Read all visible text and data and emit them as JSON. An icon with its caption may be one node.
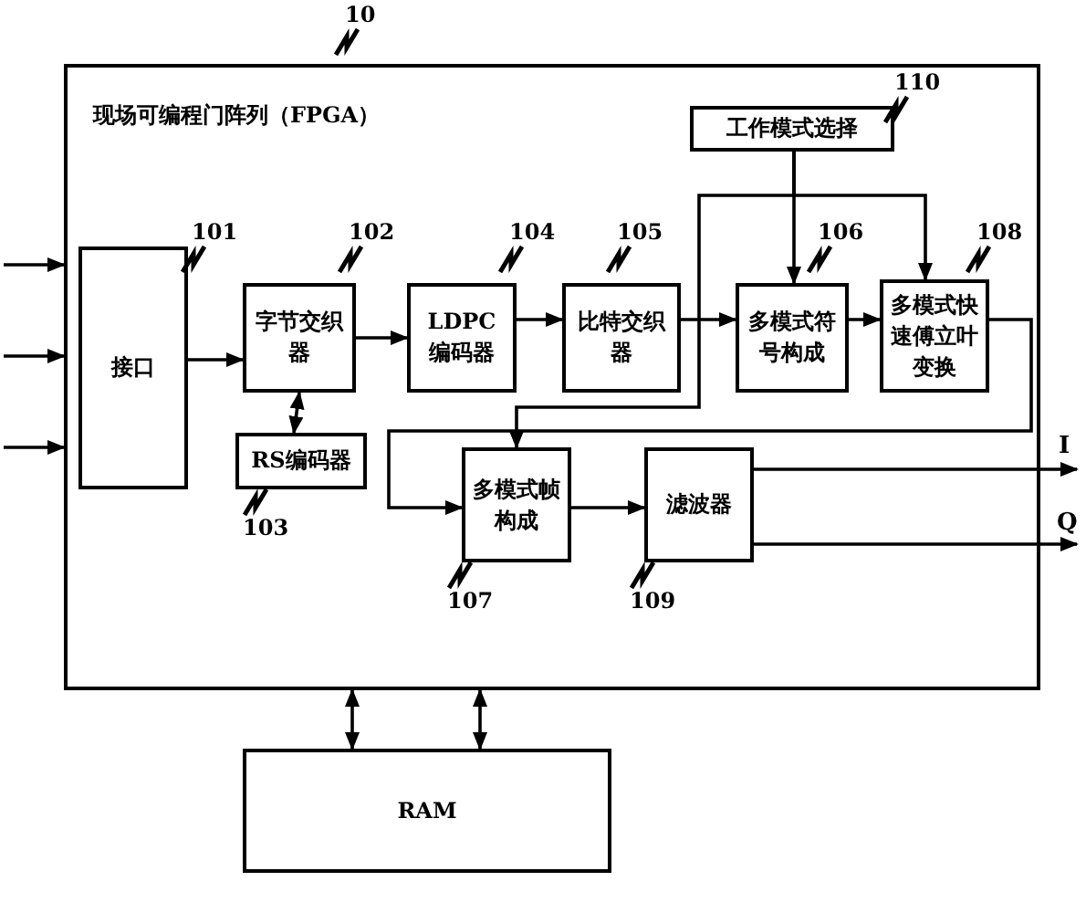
{
  "diagram": {
    "nodes": [
      {
        "text": [
          "现场可编程门阵列（FPGA）"
        ],
        "beside": [
          "10"
        ]
      },
      {
        "text": [
          "接口"
        ],
        "in": 0,
        "beside": [
          "101"
        ]
      },
      {
        "text": [
          "字节交织器"
        ],
        "in": 0,
        "beside": [
          "102"
        ]
      },
      {
        "text": [
          "RS编码器"
        ],
        "in": 0,
        "beside": [
          "103"
        ]
      },
      {
        "text": [
          "LDPC 编码器"
        ],
        "in": 0,
        "beside": [
          "104"
        ]
      },
      {
        "text": [
          "比特交织器"
        ],
        "in": 0,
        "beside": [
          "105"
        ]
      },
      {
        "text": [
          "多模式符号构成"
        ],
        "in": 0,
        "beside": [
          "106"
        ]
      },
      {
        "text": [
          "多模式快速傅立叶变换"
        ],
        "in": 0,
        "beside": [
          "108"
        ]
      },
      {
        "text": [
          "多模式帧构成"
        ],
        "in": 0,
        "beside": [
          "107"
        ]
      },
      {
        "text": [
          "滤波器"
        ],
        "in": 0,
        "beside": [
          "109"
        ]
      },
      {
        "text": [
          "工作模式选择"
        ],
        "in": 0,
        "beside": [
          "110"
        ]
      },
      {
        "text": [
          "RAM"
        ]
      }
    ],
    "edges": [
      {
        "from": null,
        "to": 0,
        "arrow": "to"
      },
      {
        "from": null,
        "to": 0,
        "arrow": "to"
      },
      {
        "from": null,
        "to": 0,
        "arrow": "to"
      },
      {
        "from": 1,
        "to": 2,
        "arrow": "to"
      },
      {
        "from": 2,
        "to": 3,
        "arrow": "both"
      },
      {
        "from": 2,
        "to": 4,
        "arrow": "to"
      },
      {
        "from": 4,
        "to": 5,
        "arrow": "to"
      },
      {
        "from": 5,
        "to": 6,
        "arrow": "to"
      },
      {
        "from": 6,
        "to": 7,
        "arrow": "to"
      },
      {
        "from": 10,
        "to": 6,
        "arrow": "to"
      },
      {
        "from": 10,
        "to": 7,
        "arrow": "to"
      },
      {
        "from": 10,
        "to": 8,
        "arrow": "to"
      },
      {
        "from": 7,
        "to": 8,
        "arrow": "to"
      },
      {
        "from": 8,
        "to": 9,
        "arrow": "to"
      },
      {
        "from": 9,
        "to": null,
        "arrow": "to",
        "label": "I"
      },
      {
        "from": 9,
        "to": null,
        "arrow": "to",
        "label": "Q"
      },
      {
        "from": 0,
        "to": 11,
        "arrow": "both"
      },
      {
        "from": 0,
        "to": 11,
        "arrow": "both"
      }
    ]
  }
}
